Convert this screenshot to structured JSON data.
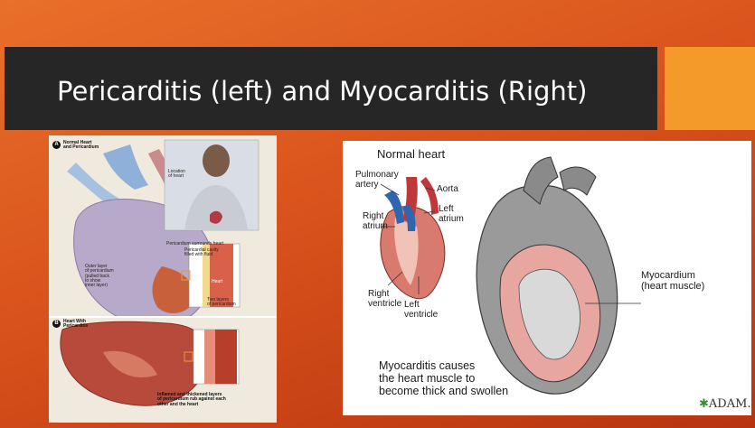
{
  "slide": {
    "title": "Pericarditis (left) and Myocarditis (Right)"
  },
  "left_figure": {
    "panel_a_badge": "A",
    "panel_a_title": "Normal Heart\nand Pericardium",
    "location_label": "Location\nof heart",
    "pericardium_label": "Pericardium surrounds heart",
    "cavity_label": "Pericardial cavity\nfilled with fluid",
    "outer_layer_label": "Outer layer\nof pericardium\n(pulled back\nto show\ninner layer)",
    "heart_label": "Heart",
    "two_layers_label": "Two layers\nof pericardium",
    "panel_b_badge": "B",
    "panel_b_title": "Heart With\nPericarditis",
    "inflamed_label": "Inflamed and thickened layers\nof pericardium rub against each\nother and the heart"
  },
  "right_figure": {
    "normal_heart": "Normal heart",
    "pulmonary_artery": "Pulmonary\nartery",
    "aorta": "Aorta",
    "left_atrium": "Left\natrium",
    "right_atrium": "Right\natrium",
    "right_ventricle": "Right\nventricle",
    "left_ventricle": "Left\nventricle",
    "myocardium": "Myocardium\n(heart muscle)",
    "caption": "Myocarditis causes\nthe heart muscle to\nbecome thick and swollen",
    "logo": "ADAM."
  }
}
